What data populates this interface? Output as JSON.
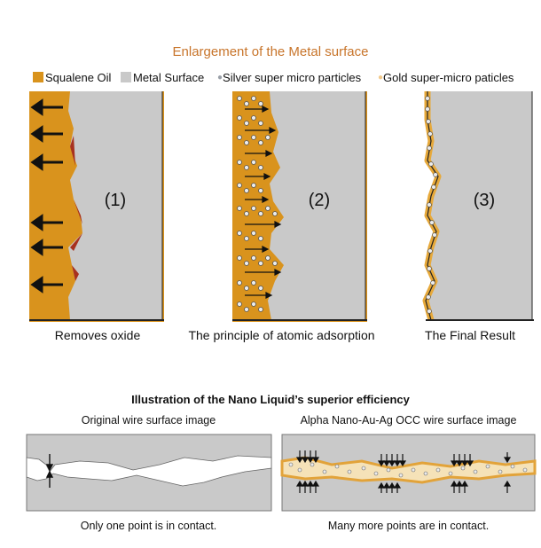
{
  "top": {
    "title": "Enlargement of the Metal surface",
    "legend": {
      "oil": "Squalene Oil",
      "metal": "Metal Surface",
      "silver": "Silver super micro particles",
      "gold": "Gold super-micro paticles"
    },
    "panels": [
      {
        "label": "(1)",
        "caption": "Removes oxide"
      },
      {
        "label": "(2)",
        "caption": "The principle of atomic adsorption"
      },
      {
        "label": "(3)",
        "caption": "The Final Result"
      }
    ]
  },
  "bottom": {
    "title": "Illustration of the Nano Liquid’s superior efficiency",
    "left": {
      "heading": "Original wire surface image",
      "caption": "Only one point is in contact."
    },
    "right": {
      "heading": "Alpha Nano-Au-Ag OCC wire surface image",
      "caption": "Many more points are in contact."
    }
  },
  "colors": {
    "oil": "#d9931d",
    "metal": "#c9c9c9",
    "oxide": "#a8321f",
    "silver": "#ececec",
    "gold": "#f2c98a"
  }
}
